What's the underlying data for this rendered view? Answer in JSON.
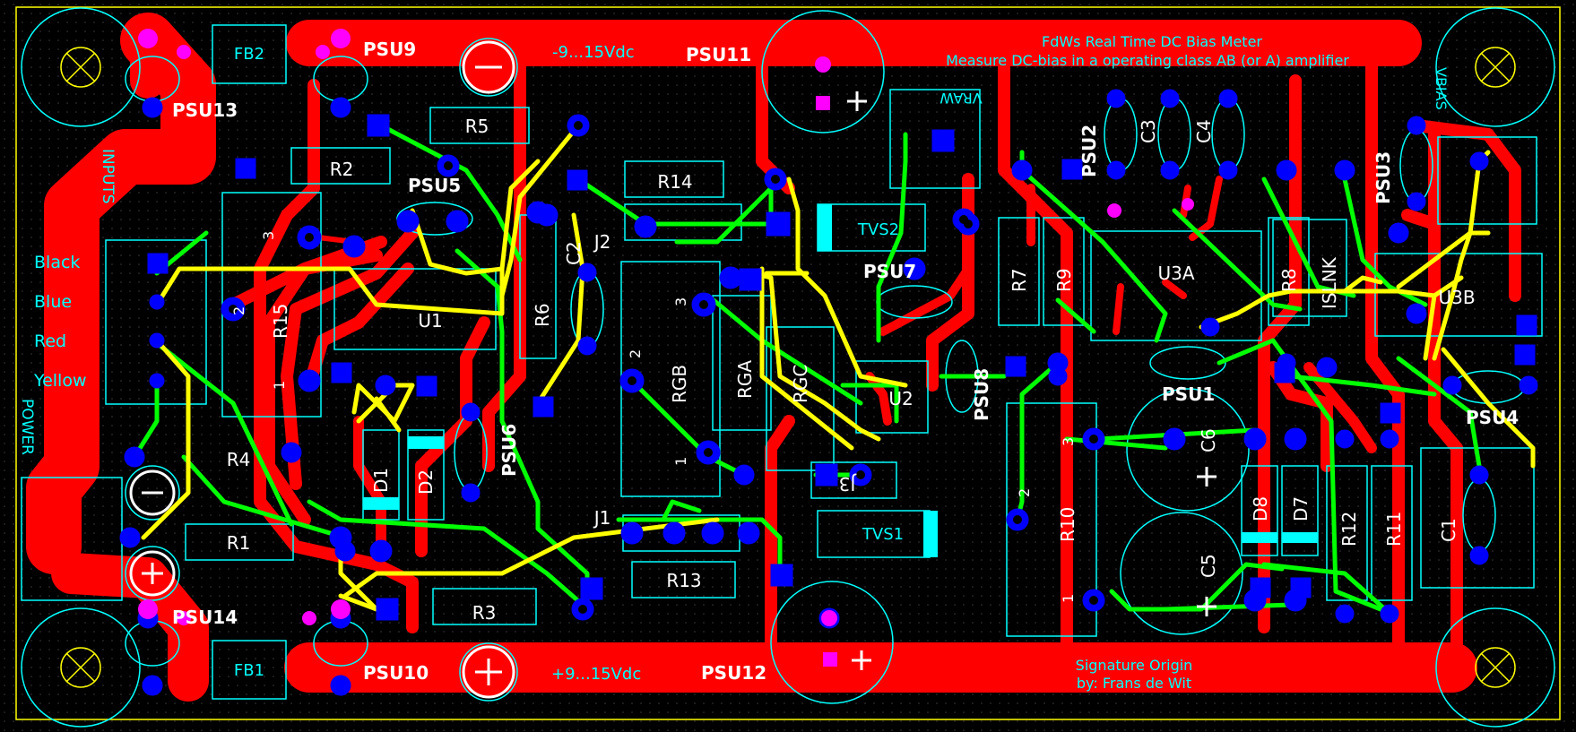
{
  "colors": {
    "background": "#000000",
    "grid": "#303030",
    "copper": "#ff0000",
    "trace_green": "#00ff00",
    "trace_yellow": "#ffff00",
    "silk": "#00ffff",
    "pad": "#0000ff",
    "pad_magenta": "#ff00ff",
    "text_white": "#ffffff",
    "outline": "#ffff00"
  },
  "title": {
    "line1": "FdWs Real Time DC Bias Meter",
    "line2": "Measure DC-bias in a operating class AB (or A) amplifier"
  },
  "signature": {
    "line1": "Signature Origin",
    "line2": "by: Frans de Wit"
  },
  "supply": {
    "neg_label": "-9...15Vdc",
    "pos_label": "+9...15Vdc"
  },
  "connectors": {
    "inputs": "INPUTS",
    "power": "POWER",
    "vraw": "VRAW",
    "vbias": "VBIAS"
  },
  "wire_colors": [
    "Black",
    "Blue",
    "Red",
    "Yellow"
  ],
  "designators": {
    "PSU9": "PSU9",
    "PSU10": "PSU10",
    "PSU11": "PSU11",
    "PSU12": "PSU12",
    "PSU13": "PSU13",
    "PSU14": "PSU14",
    "PSU5": "PSU5",
    "PSU6": "PSU6",
    "PSU7": "PSU7",
    "PSU8": "PSU8",
    "PSU1": "PSU1",
    "PSU2": "PSU2",
    "PSU3": "PSU3",
    "PSU4": "PSU4",
    "FB1": "FB1",
    "FB2": "FB2",
    "R1": "R1",
    "R2": "R2",
    "R3": "R3",
    "R4": "R4",
    "R5": "R5",
    "R6": "R6",
    "R7": "R7",
    "R8": "R8",
    "R9": "R9",
    "R10": "R10",
    "R11": "R11",
    "R12": "R12",
    "R13": "R13",
    "R14": "R14",
    "R15": "R15",
    "U1": "U1",
    "U2": "U2",
    "U3A": "U3A",
    "U3B": "U3B",
    "J2": "J2",
    "J1": "J1",
    "J3": "J3",
    "C1": "C1",
    "C2": "C2",
    "C3": "C3",
    "C4": "C4",
    "C5": "C5",
    "C6": "C6",
    "D1": "D1",
    "D2": "D2",
    "D7": "D7",
    "D8": "D8",
    "TVS1": "TVS1",
    "TVS2": "TVS2",
    "RGB": "RGB",
    "RGA": "RGA",
    "RGC": "RGC",
    "ISLNK": "ISLNK"
  },
  "pin_numbers": {
    "p1": "1",
    "p2": "2",
    "p3": "3"
  }
}
